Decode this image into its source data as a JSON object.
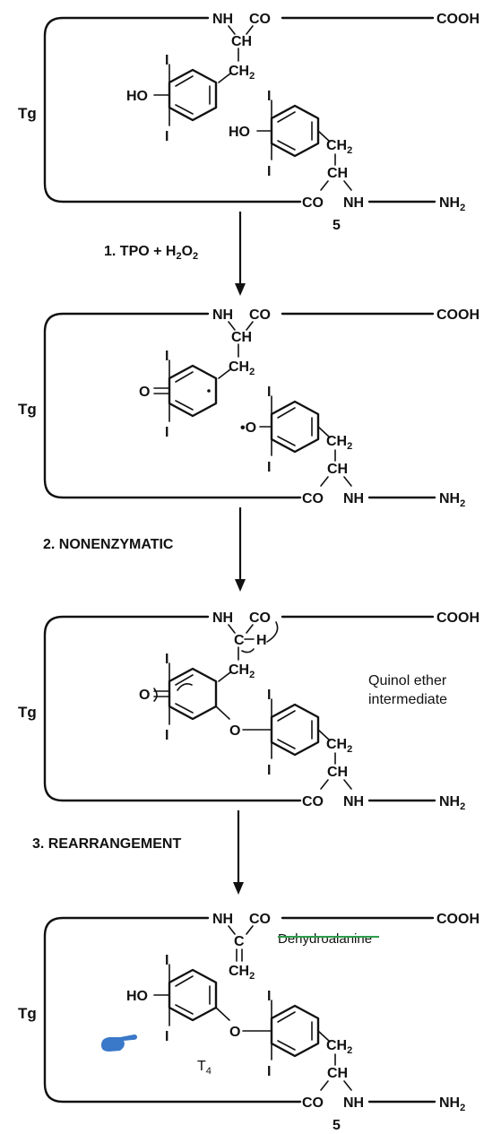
{
  "panels": [
    {
      "tg": "Tg",
      "top_nh": "NH",
      "top_co": "CO",
      "cooh": "COOH",
      "ch_top": "CH",
      "ch2_top": "CH2",
      "ring1": {
        "oh": "HO",
        "i_top": "I",
        "i_bottom": "I",
        "o": ""
      },
      "ring2": {
        "oh": "HO",
        "i_top": "I",
        "i_bottom": "I"
      },
      "ch2_bottom": "CH2",
      "ch_bottom": "CH",
      "bot_co": "CO",
      "bot_nh": "NH",
      "nh2": "NH2",
      "label": "5"
    },
    {
      "tg": "Tg",
      "top_nh": "NH",
      "top_co": "CO",
      "cooh": "COOH",
      "ch_top": "CH",
      "ch2_top": "CH2",
      "ring1": {
        "o": "O",
        "i_top": "I",
        "i_bottom": "I"
      },
      "ring2": {
        "o_radical": "•O",
        "i_top": "I",
        "i_bottom": "I"
      },
      "ch2_bottom": "CH2",
      "ch_bottom": "CH",
      "bot_co": "CO",
      "bot_nh": "NH",
      "nh2": "NH2"
    },
    {
      "tg": "Tg",
      "top_nh": "NH",
      "top_co": "CO",
      "cooh": "COOH",
      "c_top": "C",
      "h": "H",
      "ch2_top": "CH2",
      "ring1": {
        "o": "O",
        "i_top": "I",
        "i_bottom": "I"
      },
      "bridge_o": "O",
      "ring2": {
        "i_top": "I",
        "i_bottom": "I"
      },
      "ch2_bottom": "CH2",
      "ch_bottom": "CH",
      "bot_co": "CO",
      "bot_nh": "NH",
      "nh2": "NH2",
      "annotation_line1": "Quinol ether",
      "annotation_line2": "intermediate"
    },
    {
      "tg": "Tg",
      "top_nh": "NH",
      "top_co": "CO",
      "cooh": "COOH",
      "c_top": "C",
      "ch2_top": "CH2",
      "dehydro": "Dehydroalanine",
      "ring1": {
        "oh": "HO",
        "i_top": "I",
        "i_bottom": "I"
      },
      "bridge_o": "O",
      "ring2": {
        "i_top": "I",
        "i_bottom": "I"
      },
      "t4": "T4",
      "ch2_bottom": "CH2",
      "ch_bottom": "CH",
      "bot_co": "CO",
      "bot_nh": "NH",
      "nh2": "NH2",
      "label": "5"
    }
  ],
  "steps": [
    {
      "label": "1. TPO + H2O2"
    },
    {
      "label": "2. NONENZYMATIC"
    },
    {
      "label": "3. REARRANGEMENT"
    }
  ],
  "colors": {
    "ink": "#111111",
    "hand_icon": "#3a78c9",
    "strike": "#2e9c4a"
  },
  "icons": {
    "pointer": "pointing-hand-icon"
  }
}
